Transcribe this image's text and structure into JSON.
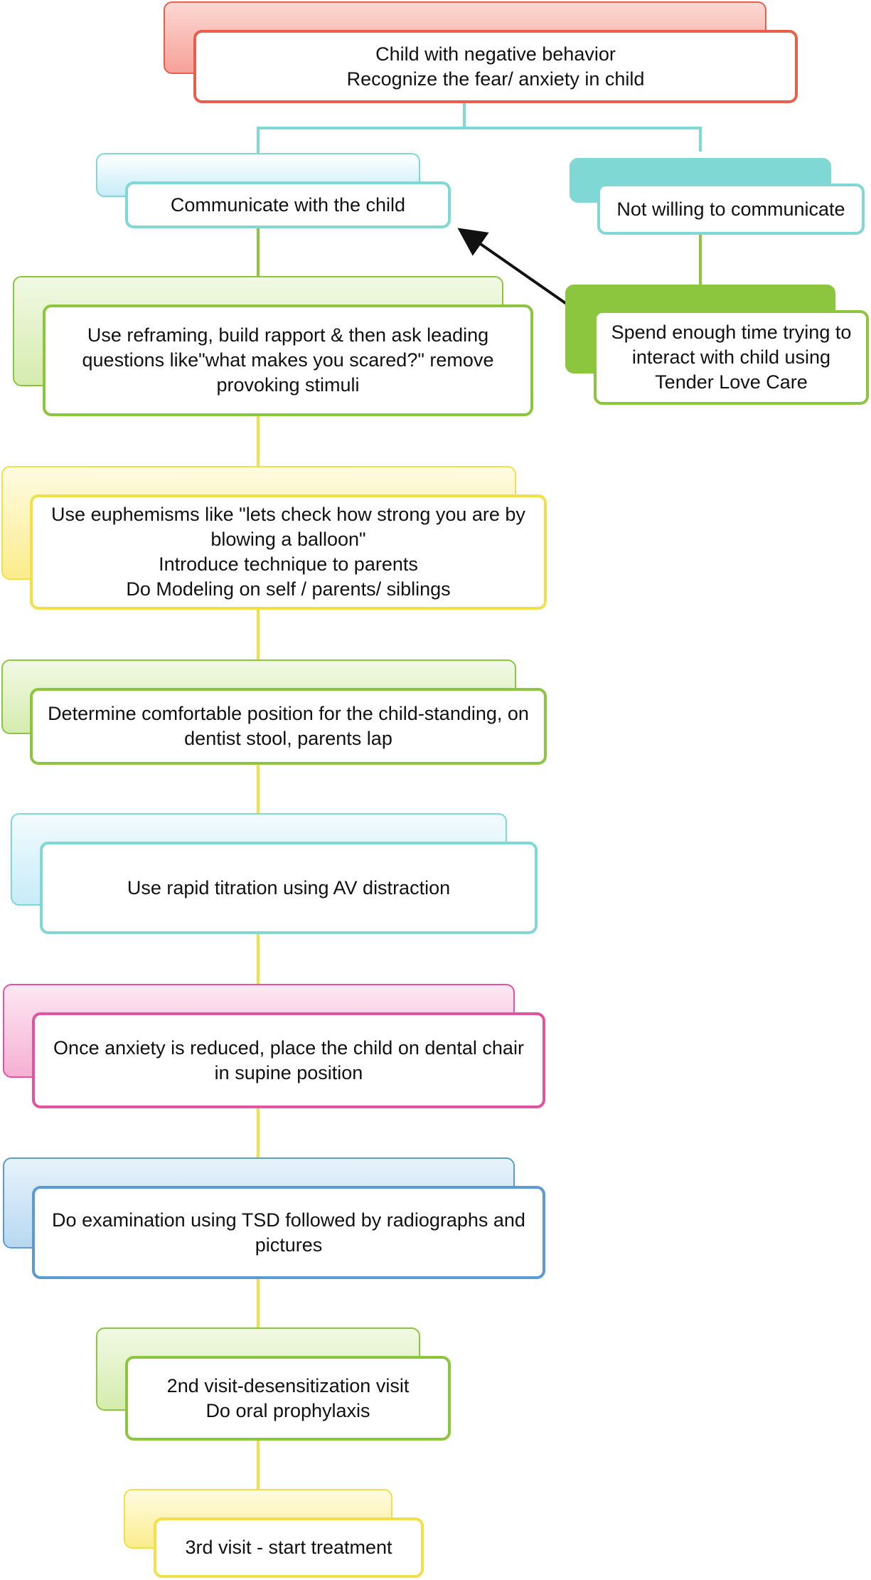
{
  "colors": {
    "red": "#e8604c",
    "teal": "#7fd8d4",
    "lime": "#8cc63f",
    "yellow": "#f0e04a",
    "pink": "#e0559f",
    "blue": "#5b9bd0",
    "arrow": "#111111"
  },
  "diagram": {
    "nodes": [
      {
        "id": "start",
        "text": "Child with negative behavior\nRecognize the fear/ anxiety in child"
      },
      {
        "id": "communicate",
        "text": "Communicate with the child"
      },
      {
        "id": "not_willing",
        "text": "Not willing to communicate"
      },
      {
        "id": "spend_time",
        "text": "Spend enough time  trying to interact with child using Tender Love Care"
      },
      {
        "id": "reframing",
        "text": "Use reframing, build rapport & then ask leading questions like\"what makes you scared?\" remove provoking stimuli"
      },
      {
        "id": "euphemisms",
        "text": "Use euphemisms like \"lets check how strong you are by blowing a balloon\"\nIntroduce  technique to parents\nDo Modeling on self / parents/ siblings"
      },
      {
        "id": "position",
        "text": "Determine comfortable position for the child-standing, on dentist stool, parents lap"
      },
      {
        "id": "titration",
        "text": "Use rapid titration using  AV distraction"
      },
      {
        "id": "anxiety_reduced",
        "text": "Once anxiety is reduced, place the child  on dental chair in supine position"
      },
      {
        "id": "examination",
        "text": "Do examination using TSD followed by radiographs and pictures"
      },
      {
        "id": "second_visit",
        "text": "2nd visit-desensitization  visit\nDo oral prophylaxis"
      },
      {
        "id": "third_visit",
        "text": "3rd visit - start treatment"
      }
    ],
    "edges": [
      {
        "from": "start",
        "to": "communicate"
      },
      {
        "from": "start",
        "to": "not_willing"
      },
      {
        "from": "not_willing",
        "to": "spend_time"
      },
      {
        "from": "spend_time",
        "to": "communicate",
        "arrow": true
      },
      {
        "from": "communicate",
        "to": "reframing"
      },
      {
        "from": "reframing",
        "to": "euphemisms"
      },
      {
        "from": "euphemisms",
        "to": "position"
      },
      {
        "from": "position",
        "to": "titration"
      },
      {
        "from": "titration",
        "to": "anxiety_reduced"
      },
      {
        "from": "anxiety_reduced",
        "to": "examination"
      },
      {
        "from": "examination",
        "to": "second_visit"
      },
      {
        "from": "second_visit",
        "to": "third_visit"
      }
    ]
  }
}
